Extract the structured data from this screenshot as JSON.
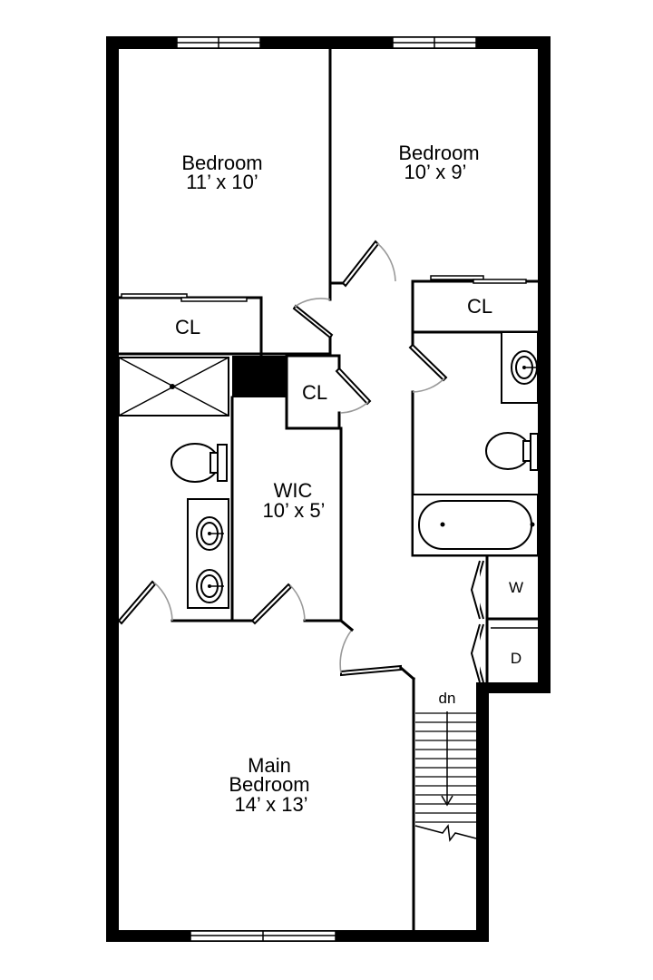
{
  "rooms": {
    "bedroom_1": {
      "name": "Bedroom",
      "size": "11’ x 10’"
    },
    "bedroom_2": {
      "name": "Bedroom",
      "size": "10’ x 9’"
    },
    "closet_bedroom_1": {
      "name": "CL"
    },
    "closet_bedroom_2": {
      "name": "CL"
    },
    "closet_hall": {
      "name": "CL"
    },
    "wic": {
      "name": "WIC",
      "size": "10’ x 5’"
    },
    "main_bedroom": {
      "line1": "Main",
      "line2": "Bedroom",
      "size": "14’ x 13’"
    },
    "washer": {
      "name": "W"
    },
    "dryer": {
      "name": "D"
    }
  },
  "stairs": {
    "label": "dn"
  }
}
